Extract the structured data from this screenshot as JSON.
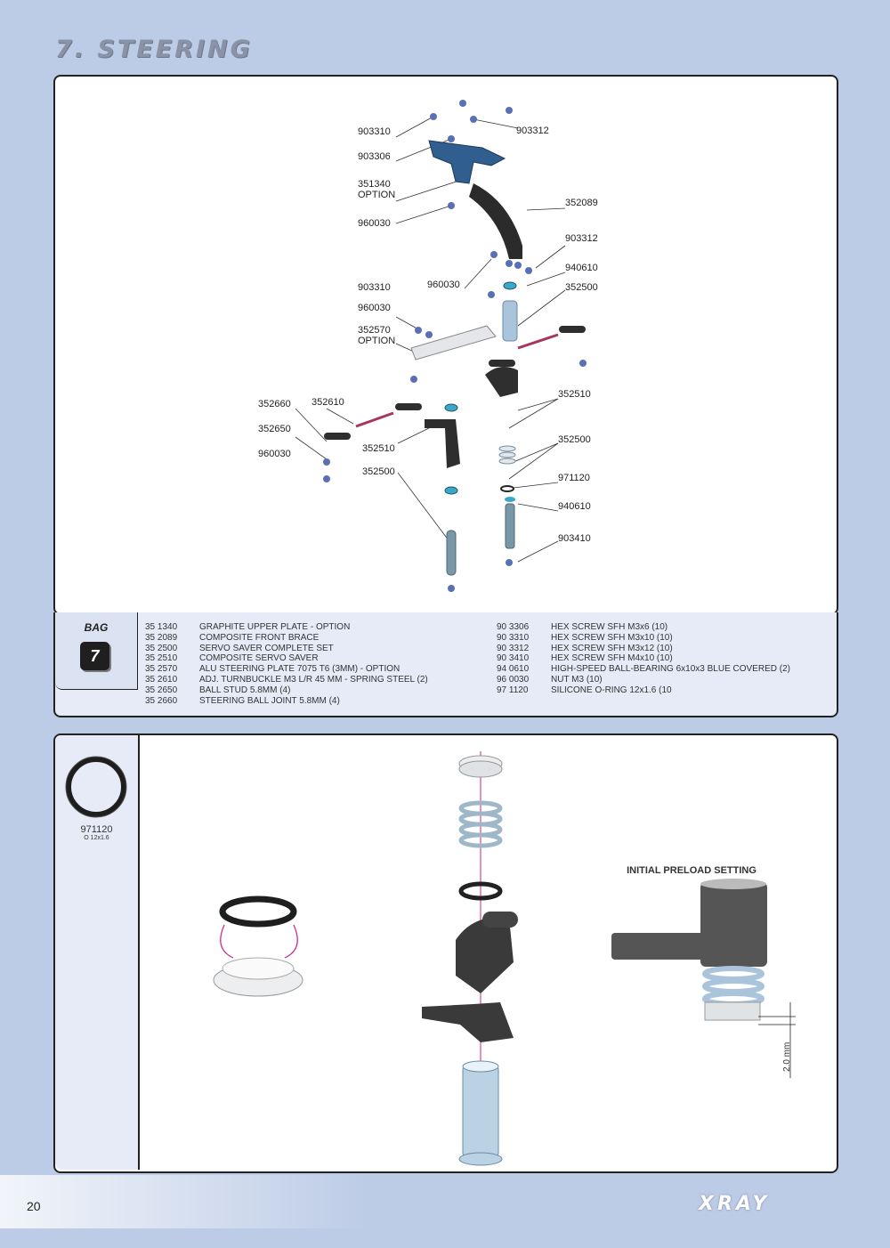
{
  "title": "7. STEERING",
  "bag": {
    "label": "BAG",
    "number": "7"
  },
  "diagram_callouts": [
    "903310",
    "903312",
    "903306",
    "351340",
    "OPTION",
    "352089",
    "960030",
    "903312",
    "940610",
    "903310",
    "960030",
    "352500",
    "960030",
    "352570",
    "OPTION",
    "352660",
    "352610",
    "352510",
    "352650",
    "352500",
    "352510",
    "960030",
    "352500",
    "971120",
    "940610",
    "903410"
  ],
  "parts_left": [
    {
      "code": "35 1340",
      "desc": "GRAPHITE UPPER PLATE - OPTION"
    },
    {
      "code": "35 2089",
      "desc": "COMPOSITE FRONT BRACE"
    },
    {
      "code": "35 2500",
      "desc": "SERVO SAVER COMPLETE SET"
    },
    {
      "code": "35 2510",
      "desc": "COMPOSITE SERVO SAVER"
    },
    {
      "code": "35 2570",
      "desc": "ALU STEERING PLATE 7075 T6 (3MM) - OPTION"
    },
    {
      "code": "35 2610",
      "desc": "ADJ. TURNBUCKLE M3 L/R 45 MM  - SPRING STEEL (2)"
    },
    {
      "code": "35 2650",
      "desc": "BALL STUD 5.8MM (4)"
    },
    {
      "code": "35 2660",
      "desc": "STEERING BALL JOINT  5.8MM (4)"
    }
  ],
  "parts_right": [
    {
      "code": "90 3306",
      "desc": "HEX SCREW  SFH M3x6  (10)"
    },
    {
      "code": "90 3310",
      "desc": "HEX SCREW  SFH M3x10  (10)"
    },
    {
      "code": "90 3312",
      "desc": "HEX SCREW  SFH M3x12  (10)"
    },
    {
      "code": "90 3410",
      "desc": "HEX SCREW  SFH M4x10  (10)"
    },
    {
      "code": "94 0610",
      "desc": "HIGH-SPEED BALL-BEARING 6x10x3 BLUE COVERED (2)"
    },
    {
      "code": "96 0030",
      "desc": "NUT M3  (10)"
    },
    {
      "code": "97 1120",
      "desc": "SILICONE O-RING 12x1.6 (10"
    }
  ],
  "oring": {
    "code": "971120",
    "size": "O 12x1.6"
  },
  "preload": {
    "title": "INITIAL PRELOAD SETTING",
    "dimension": "2.0 mm"
  },
  "page_number": "20",
  "brand": "XRAY"
}
